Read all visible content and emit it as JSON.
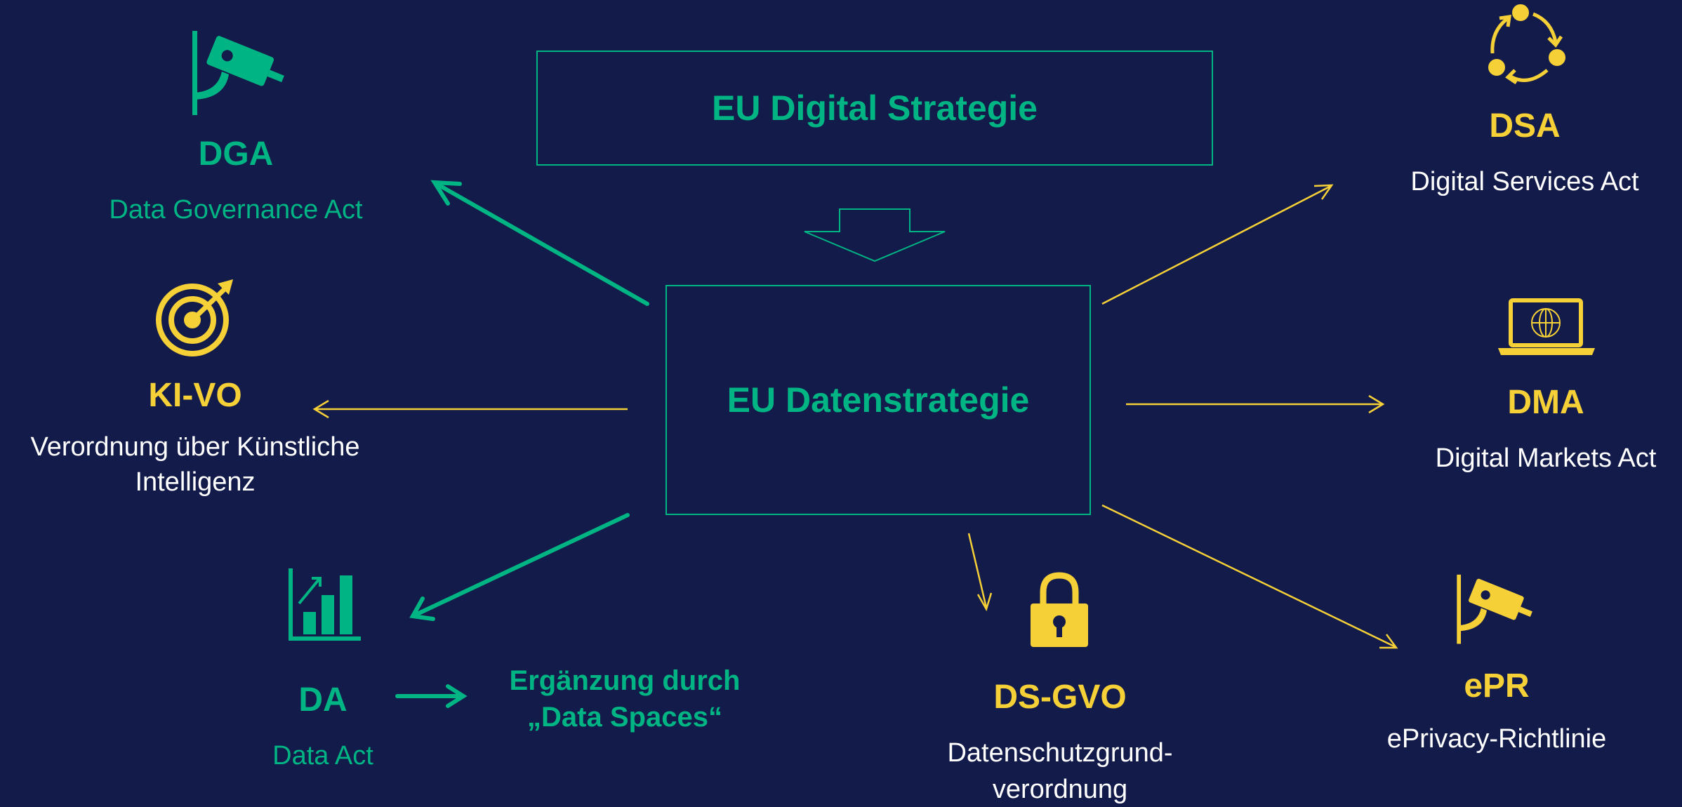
{
  "diagram": {
    "top_box": "EU Digital Strategie",
    "center_box": "EU Datenstrategie",
    "nodes": {
      "dga": {
        "abbr": "DGA",
        "name": "Data Governance Act",
        "icon": "camera-icon"
      },
      "kivo": {
        "abbr": "KI-VO",
        "name_line1": "Verordnung über Künstliche",
        "name_line2": "Intelligenz",
        "icon": "target-icon"
      },
      "da": {
        "abbr": "DA",
        "name": "Data Act",
        "icon": "bar-chart-icon"
      },
      "da_extension": {
        "line1": "Ergänzung durch",
        "line2": "„Data Spaces“"
      },
      "dsgvo": {
        "abbr": "DS-GVO",
        "name_line1": "Datenschutzgrund-",
        "name_line2": "verordnung",
        "icon": "padlock-icon"
      },
      "dsa": {
        "abbr": "DSA",
        "name": "Digital Services Act",
        "icon": "cycle-icon"
      },
      "dma": {
        "abbr": "DMA",
        "name": "Digital Markets Act",
        "icon": "laptop-globe-icon"
      },
      "epr": {
        "abbr": "ePR",
        "name": "ePrivacy-Richtlinie",
        "icon": "camera-icon"
      }
    },
    "colors": {
      "background": "#131b4a",
      "green": "#00b483",
      "yellow": "#f6d037",
      "white": "#ffffff"
    }
  }
}
